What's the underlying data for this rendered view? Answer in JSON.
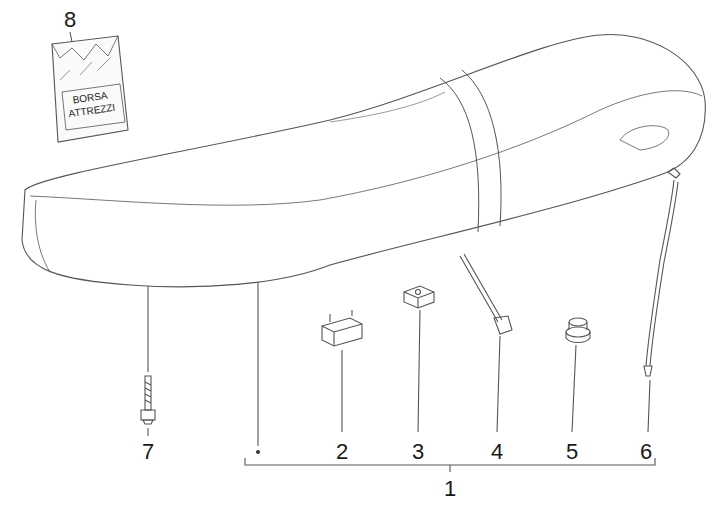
{
  "diagram": {
    "labels": [
      "8",
      "BORSA ATTREZZI",
      "7",
      "2",
      "3",
      "4",
      "5",
      "6",
      "1"
    ]
  }
}
